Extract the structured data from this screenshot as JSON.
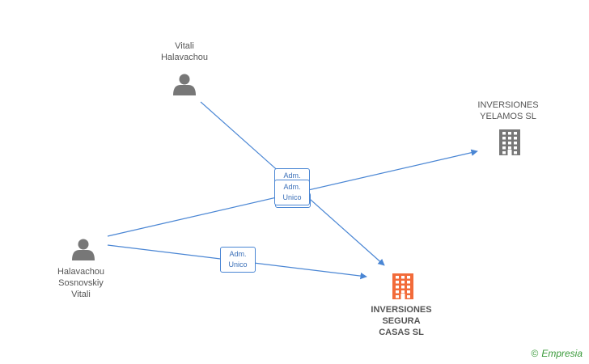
{
  "colors": {
    "edge": "#4a86d4",
    "person": "#777777",
    "company": "#777777",
    "main_company": "#f26b3a",
    "brand": "#3a9a3a"
  },
  "nodes": [
    {
      "id": "vitali",
      "kind": "person",
      "label": "Vitali\nHalavachou",
      "icon": "person-icon"
    },
    {
      "id": "halavachou",
      "kind": "person",
      "label": "Halavachou\nSosnovskiy\nVitali",
      "icon": "person-icon"
    },
    {
      "id": "yelamos",
      "kind": "company",
      "label": "INVERSIONES\nYELAMOS  SL",
      "icon": "building-icon"
    },
    {
      "id": "segura",
      "kind": "main_company",
      "label": "INVERSIONES\nSEGURA\nCASAS  SL",
      "icon": "building-icon"
    }
  ],
  "edges": [
    {
      "from": "vitali",
      "to": "segura",
      "label": "Adm.\nUnico"
    },
    {
      "from": "halavachou",
      "to": "yelamos",
      "label": "Adm.\nUnico"
    },
    {
      "from": "halavachou",
      "to": "segura",
      "label": "Adm.\nUnico"
    }
  ],
  "edge_labels_extra": [
    "Unico"
  ],
  "brand": {
    "copyright": "©",
    "name": "Empresia"
  }
}
